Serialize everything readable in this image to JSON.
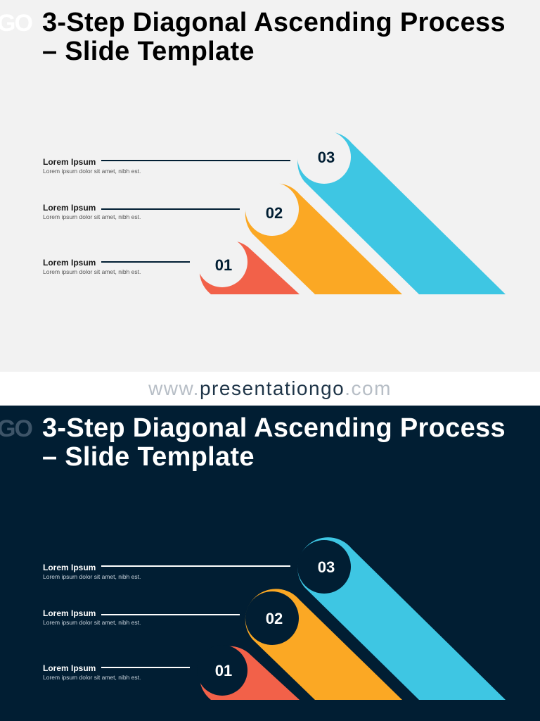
{
  "slide_title": "3-Step Diagonal Ascending Process – Slide Template",
  "logo_text": "GO",
  "steps": [
    {
      "number": "01",
      "color": "#f26149",
      "label": "Lorem Ipsum",
      "description": "Lorem ipsum dolor sit amet, nibh est."
    },
    {
      "number": "02",
      "color": "#fba824",
      "label": "Lorem Ipsum",
      "description": "Lorem ipsum dolor sit amet, nibh est."
    },
    {
      "number": "03",
      "color": "#3ec6e3",
      "label": "Lorem Ipsum",
      "description": "Lorem ipsum dolor sit amet, nibh est."
    }
  ],
  "footer": {
    "prefix": "www.",
    "domain": "presentationgo",
    "suffix": ".com"
  },
  "theme": {
    "light_bg": "#f2f2f2",
    "dark_bg": "#011e33",
    "light_text": "#011e33",
    "dark_text": "#ffffff"
  }
}
